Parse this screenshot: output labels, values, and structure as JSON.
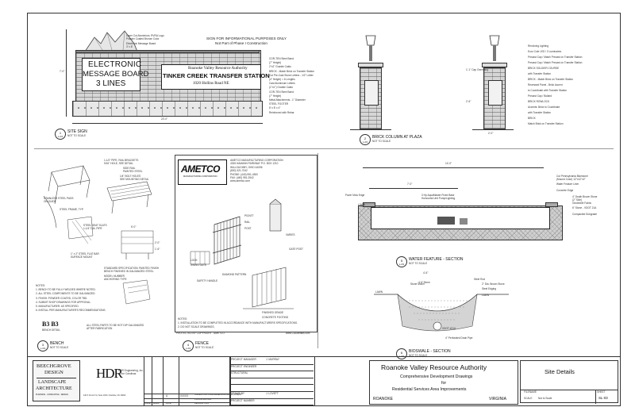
{
  "sign": {
    "title": "SIGN FOR INFORMATIONAL PURPOSES ONLY",
    "subtitle": "Not Part of Phase I Construction",
    "board_line1": "ELECTRONIC",
    "board_line2": "MESSAGE BOARD",
    "board_line3": "3 LINES",
    "authority": "Roanoke Valley Resource Authority",
    "station": "TINKER CREEK TRANSFER STATION",
    "address": "1020 Hollins Road NE",
    "notes_left": [
      "Laser Cut Aluminium, RVRA Logo",
      "Powder Coated Bronze Color",
      "Electronic Message Board",
      "3' x 8'"
    ],
    "notes_right": [
      "COR-TEN Steel Band",
      "(7\" Height)",
      "2\"x2\" Granite Caldo",
      "BRICK - Match Brick on Transfer Station",
      "Cut Pre-Cast Stone Letters - 1/2\" Letter",
      "(4\" Height) = 6 Lengths",
      "Cast Aluminium Letters",
      "(1\"x1\") Granite Caldo",
      "COR-TEN Steel Band",
      "(7\" Height)",
      "Metal Attachments - 1\" Diameter",
      "STEEL FOOTER",
      "8' x 8' x 4\"",
      "Reinforced with Rebar"
    ],
    "dim_left": "7'-0\"",
    "dim_bottom": "20'-0\"",
    "label_num": "1",
    "label_sheet": "L-03",
    "label_title": "SITE SIGN",
    "label_scale": "NOT TO SCALE"
  },
  "column": {
    "notes": [
      "Revolving Lighting",
      "Euro Cole LED / 3 Luminaires",
      "Precast Cap / Match Precast on Transfer Station",
      "Precast Cap / Match Precast on Transfer Station",
      "BRICK SOLDIER COURSE",
      "with Transfer Station",
      "BRICK - Match Brick on Transfer Station",
      "Recessed Panel - Brick Accent",
      "to Coordinate with Transfer Station",
      "Precast Cap / Bollard",
      "BRICK ROWLOCK",
      "Accents: Brick to Coordinate",
      "with Transfer Station",
      "BRICK",
      "Match Brick on Transfer Station"
    ],
    "dims": [
      "1'-1\" Cap Overhang",
      "2'-6\"",
      "1'-2\"",
      "1'-10\"",
      "2'-0\""
    ],
    "label_num": "2",
    "label_sheet": "L-03",
    "label_title": "BRICK COLUMN AT PLAZA",
    "label_scale": "NOT TO SCALE"
  },
  "bench": {
    "notes": [
      "1-1/2\" PIPE, RAIL BRACKETS",
      "9/16\" HOLE, SEE DETAIL",
      "SIDE RAIL",
      "PAINTED STEEL",
      "1/4\" BOLT HOLES",
      "SEE MOUNTING DETAIL",
      "STAINLESS STEEL PADS",
      "ON GUIDE",
      "STEEL FRAME, TYP.",
      "STEEL SEAT SLATS",
      "1-1/4\" DIA. PIPE",
      "STANDARD SPECIFICATION: PAINTED FINISH",
      "BENCH FINISHED IN GALVANIZED STEEL",
      "MODEL NUMBER",
      "ANCHORING TYPE",
      "1\" x 2\" STEEL FLAT BAR",
      "SURFACE MOUNT"
    ],
    "spec_notes": [
      "NOTES:",
      "1. BENCH TO BE FULLY WELDED WHERE NOTED.",
      "2. ALL STEEL COMPONENTS TO BE GALVANIZED.",
      "3. FINISH: POWDER COATED, COLOR TBD.",
      "4. SUBMIT SHOP DRAWINGS FOR APPROVAL.",
      "5. MANUFACTURER: AS SPECIFIED.",
      "6. INSTALL PER MANUFACTURER'S RECOMMENDATIONS."
    ],
    "logo_code": "B3 B3",
    "logo_caption": "BENCH DETAIL",
    "footer_notes": [
      "ALL STEEL PARTS TO BE HOT DIP GALVANIZED",
      "AFTER FABRICATION"
    ],
    "dims": [
      "6'-0\"",
      "2'-0\"",
      "1'-6\""
    ],
    "label_num": "3",
    "label_sheet": "L-03",
    "label_title": "BENCH",
    "label_scale": "NOT TO SCALE"
  },
  "fence": {
    "brand": "AMETCO",
    "brand_sub": "MANUFACTURING CORPORATION",
    "company_lines": [
      "AMETCO MANUFACTURING CORPORATION",
      "4326 HAMANN PARKWAY  P.O. BOX 1210",
      "WILLOUGHBY, OHIO 44096",
      "(800) 321-7042",
      "PHONE: (440) 951-4300",
      "FAX: (440) 951-2542",
      "www.ametco.com"
    ],
    "notes": [
      "PICKET",
      "RAIL",
      "POST",
      "VARIES",
      "LOCK",
      "SWING GATE",
      "GATE POST",
      "DIAMOND PATTERN",
      "SAFETY HANDLE",
      "FINISHED GRADE",
      "CONCRETE FOOTING"
    ],
    "footer_notes": [
      "NOTES:",
      "1. INSTALLATION TO BE COMPLETED IN ACCORDANCE WITH MANUFACTURERS SPECIFICATIONS.",
      "2. DO NOT SCALE DRAWINGS."
    ],
    "copyright": "PROTECTED BY COPYRIGHT - AMETCO",
    "site": "www.CADdetails.com",
    "label_num": "4",
    "label_sheet": "L-03",
    "label_title": "FENCE",
    "label_scale": "NOT TO SCALE"
  },
  "water": {
    "dim_total": "14'-0\"",
    "dim_inner": "7'-0\"",
    "dim_depth": "1'-6\"",
    "notes_left": [
      "Paver Mow Edge",
      "LAWN"
    ],
    "notes_mid": [
      "3 Hp AquaMaster Fixed Base",
      "Horizontal Unit Pump/Lighting"
    ],
    "notes_right": [
      "Cut Pennsylvania Bluestone",
      "(Mound Color) 12\"x12\"x2\"",
      "Water Feature Liner",
      "Concrete Edge",
      "4\" Depth Brown Stone",
      "(2\" Size)",
      "Geotextile Fabric",
      "6\" Stone - VDOT 21A",
      "Compacted Subgrade"
    ],
    "label_num": "5",
    "label_sheet": "L-03",
    "label_title": "WATER FEATURE - SECTION",
    "label_scale": "NOT TO SCALE"
  },
  "bioswale": {
    "dim_top": "4'-6\"",
    "dim_inner": "4'-6\" Berm",
    "notes": [
      "Stone Mulch",
      "Steel Rod",
      "2\" Dia. Brown Stone",
      "Steel Edging",
      "LAWN",
      "LAWN",
      "VDOT #21A",
      "4\" Perforated Drain Pipe"
    ],
    "label_num": "6",
    "label_sheet": "L-03",
    "label_title": "BIOSWALE - SECTION",
    "label_scale": "NOT TO SCALE"
  },
  "titleblock": {
    "firm1_line1": "BEECHGROVE",
    "firm1_line2": "DESIGN",
    "firm1_line3": "LANDSCAPE",
    "firm1_line4": "ARCHITECTURE",
    "firm1_line5": "PLANNING . CONSULTING . DESIGN",
    "firm2": "HDR",
    "firm2_sub": "HDR Engineering, Inc.",
    "firm2_sub2": "of the Carolinas",
    "firm2_addr": "440 S Church St, Suite 1000, Charlotte, NC 28202",
    "rev_no": "A",
    "rev_date": "X/X/XX",
    "rev_desc1": "ISSUED FOR COMPREHENSIVE DEVELOPMENT",
    "rev_desc2": "PLAN APPROVAL",
    "rev_headers": [
      "ISSUE",
      "MARK",
      "DATE",
      "DESCRIPTION"
    ],
    "roles": [
      "PROJECT MANAGER",
      "PROJECT ENGINEER",
      "STRUCTURAL",
      "",
      "",
      "DRAWN BY",
      "PROJECT NUMBER"
    ],
    "role_values": [
      "J. MURRAY",
      "",
      "",
      "",
      "",
      "J. LOVETT",
      ""
    ],
    "owner": "Roanoke Valley Resource Authority",
    "doc1": "Comprehensive Development Drawings",
    "doc2": "for",
    "doc3": "Residential Services Area Improvements",
    "city": "ROANOKE",
    "state": "VIRGINIA",
    "sheet_title": "Site Details",
    "filename_lbl": "FILENAME",
    "scale_lbl": "SCALE",
    "scale_val": "Not to Scale",
    "sheet_lbl": "SHEET",
    "sheet_num": "SL-03"
  }
}
